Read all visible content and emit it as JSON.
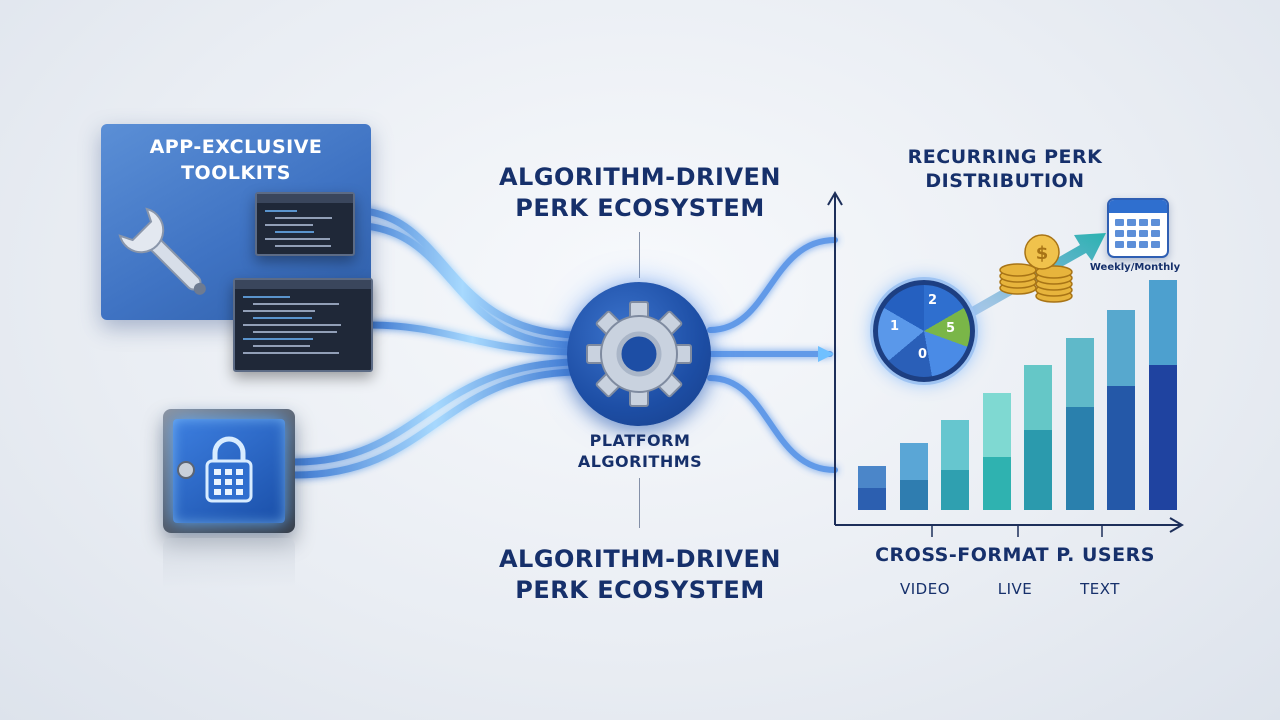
{
  "toolkit": {
    "title_line1": "App-Exclusive",
    "title_line2": "Toolkits"
  },
  "hub": {
    "heading_top_line1": "Algorithm-Driven",
    "heading_top_line2": "Perk Ecosystem",
    "label_line1": "Platform",
    "label_line2": "Algorithms",
    "heading_bottom_line1": "Algorithm-Driven",
    "heading_bottom_line2": "Perk Ecosystem"
  },
  "distribution": {
    "title_line1": "Recurring Perk",
    "title_line2": "Distribution",
    "calendar_label": "Weekly/Monthly",
    "wheel_numbers": [
      "2",
      "5",
      "0",
      "1"
    ]
  },
  "chart": {
    "caption": "Cross-Format P. Users",
    "groups": [
      "Video",
      "Live",
      "Text"
    ],
    "bars": [
      {
        "total": 0.19,
        "split": 0.5
      },
      {
        "total": 0.29,
        "split": 0.45
      },
      {
        "total": 0.39,
        "split": 0.45
      },
      {
        "total": 0.51,
        "split": 0.45
      },
      {
        "total": 0.63,
        "split": 0.55
      },
      {
        "total": 0.75,
        "split": 0.6
      },
      {
        "total": 0.87,
        "split": 0.62
      },
      {
        "total": 1.0,
        "split": 0.63
      }
    ]
  },
  "colors": {
    "navy": "#16306b",
    "flow": "#4aa3ff",
    "bar_light": [
      "#4b86c9",
      "#5aa6d6",
      "#66c6cf",
      "#7fd9d2",
      "#65c7c7",
      "#5fb9c9",
      "#57a8ce",
      "#4da0cf"
    ],
    "bar_dark": [
      "#2c5fb0",
      "#2f7db0",
      "#2fa0b0",
      "#2fb2b0",
      "#2b9aad",
      "#2a80ad",
      "#2458a8",
      "#1f43a0"
    ]
  }
}
